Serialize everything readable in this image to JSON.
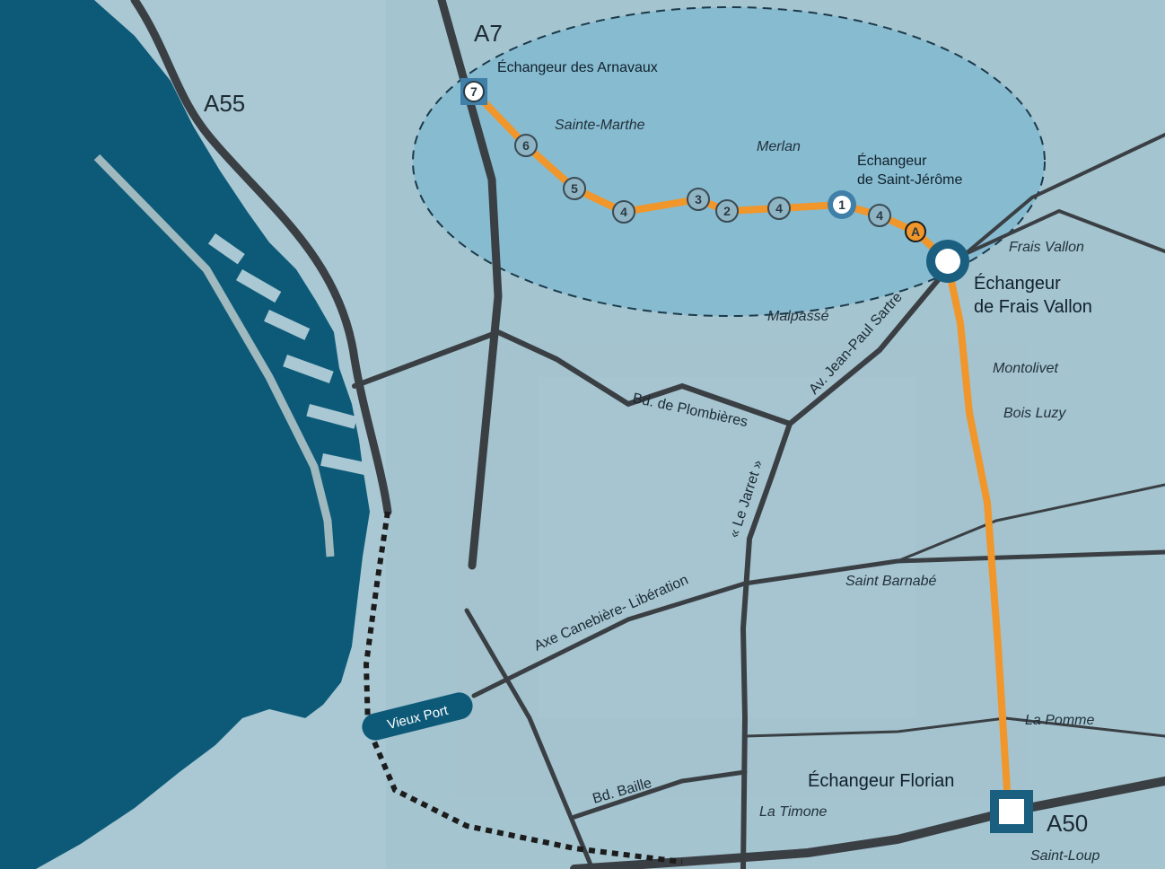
{
  "highways": {
    "a7": "A7",
    "a55": "A55",
    "a50": "A50"
  },
  "interchanges": {
    "arnavaux": "Échangeur des Arnavaux",
    "saint_jerome_line1": "Échangeur",
    "saint_jerome_line2": "de Saint-Jérôme",
    "frais_vallon_line1": "Échangeur",
    "frais_vallon_line2": "de Frais Vallon",
    "florian": "Échangeur Florian"
  },
  "places": {
    "sainte_marthe": "Sainte-Marthe",
    "merlan": "Merlan",
    "frais_vallon": "Frais Vallon",
    "malpasse": "Malpassé",
    "montolivet": "Montolivet",
    "bois_luzy": "Bois Luzy",
    "saint_barnabe": "Saint Barnabé",
    "la_pomme": "La Pomme",
    "la_timone": "La Timone",
    "saint_loup": "Saint-Loup"
  },
  "roads": {
    "plombieres": "Bd. de Plombières",
    "sartre": "Av. Jean-Paul Sartre",
    "jarret": "« Le Jarret »",
    "canebiere": "Axe Canebière- Libération",
    "baille": "Bd. Baille"
  },
  "port": {
    "vieux_port": "Vieux Port"
  },
  "stops": {
    "arnavaux": "7",
    "s6": "6",
    "s5": "5",
    "s4a": "4",
    "s3": "3",
    "s2": "2",
    "s4b": "4",
    "s1": "1",
    "s4c": "4",
    "sa": "A"
  },
  "colors": {
    "sea": "#0d5a78",
    "land": "#a9c8d3",
    "route": "#f0962a",
    "road": "#3a3f44",
    "zone": "#6fb4d1",
    "interchange": "#1a5f80"
  }
}
